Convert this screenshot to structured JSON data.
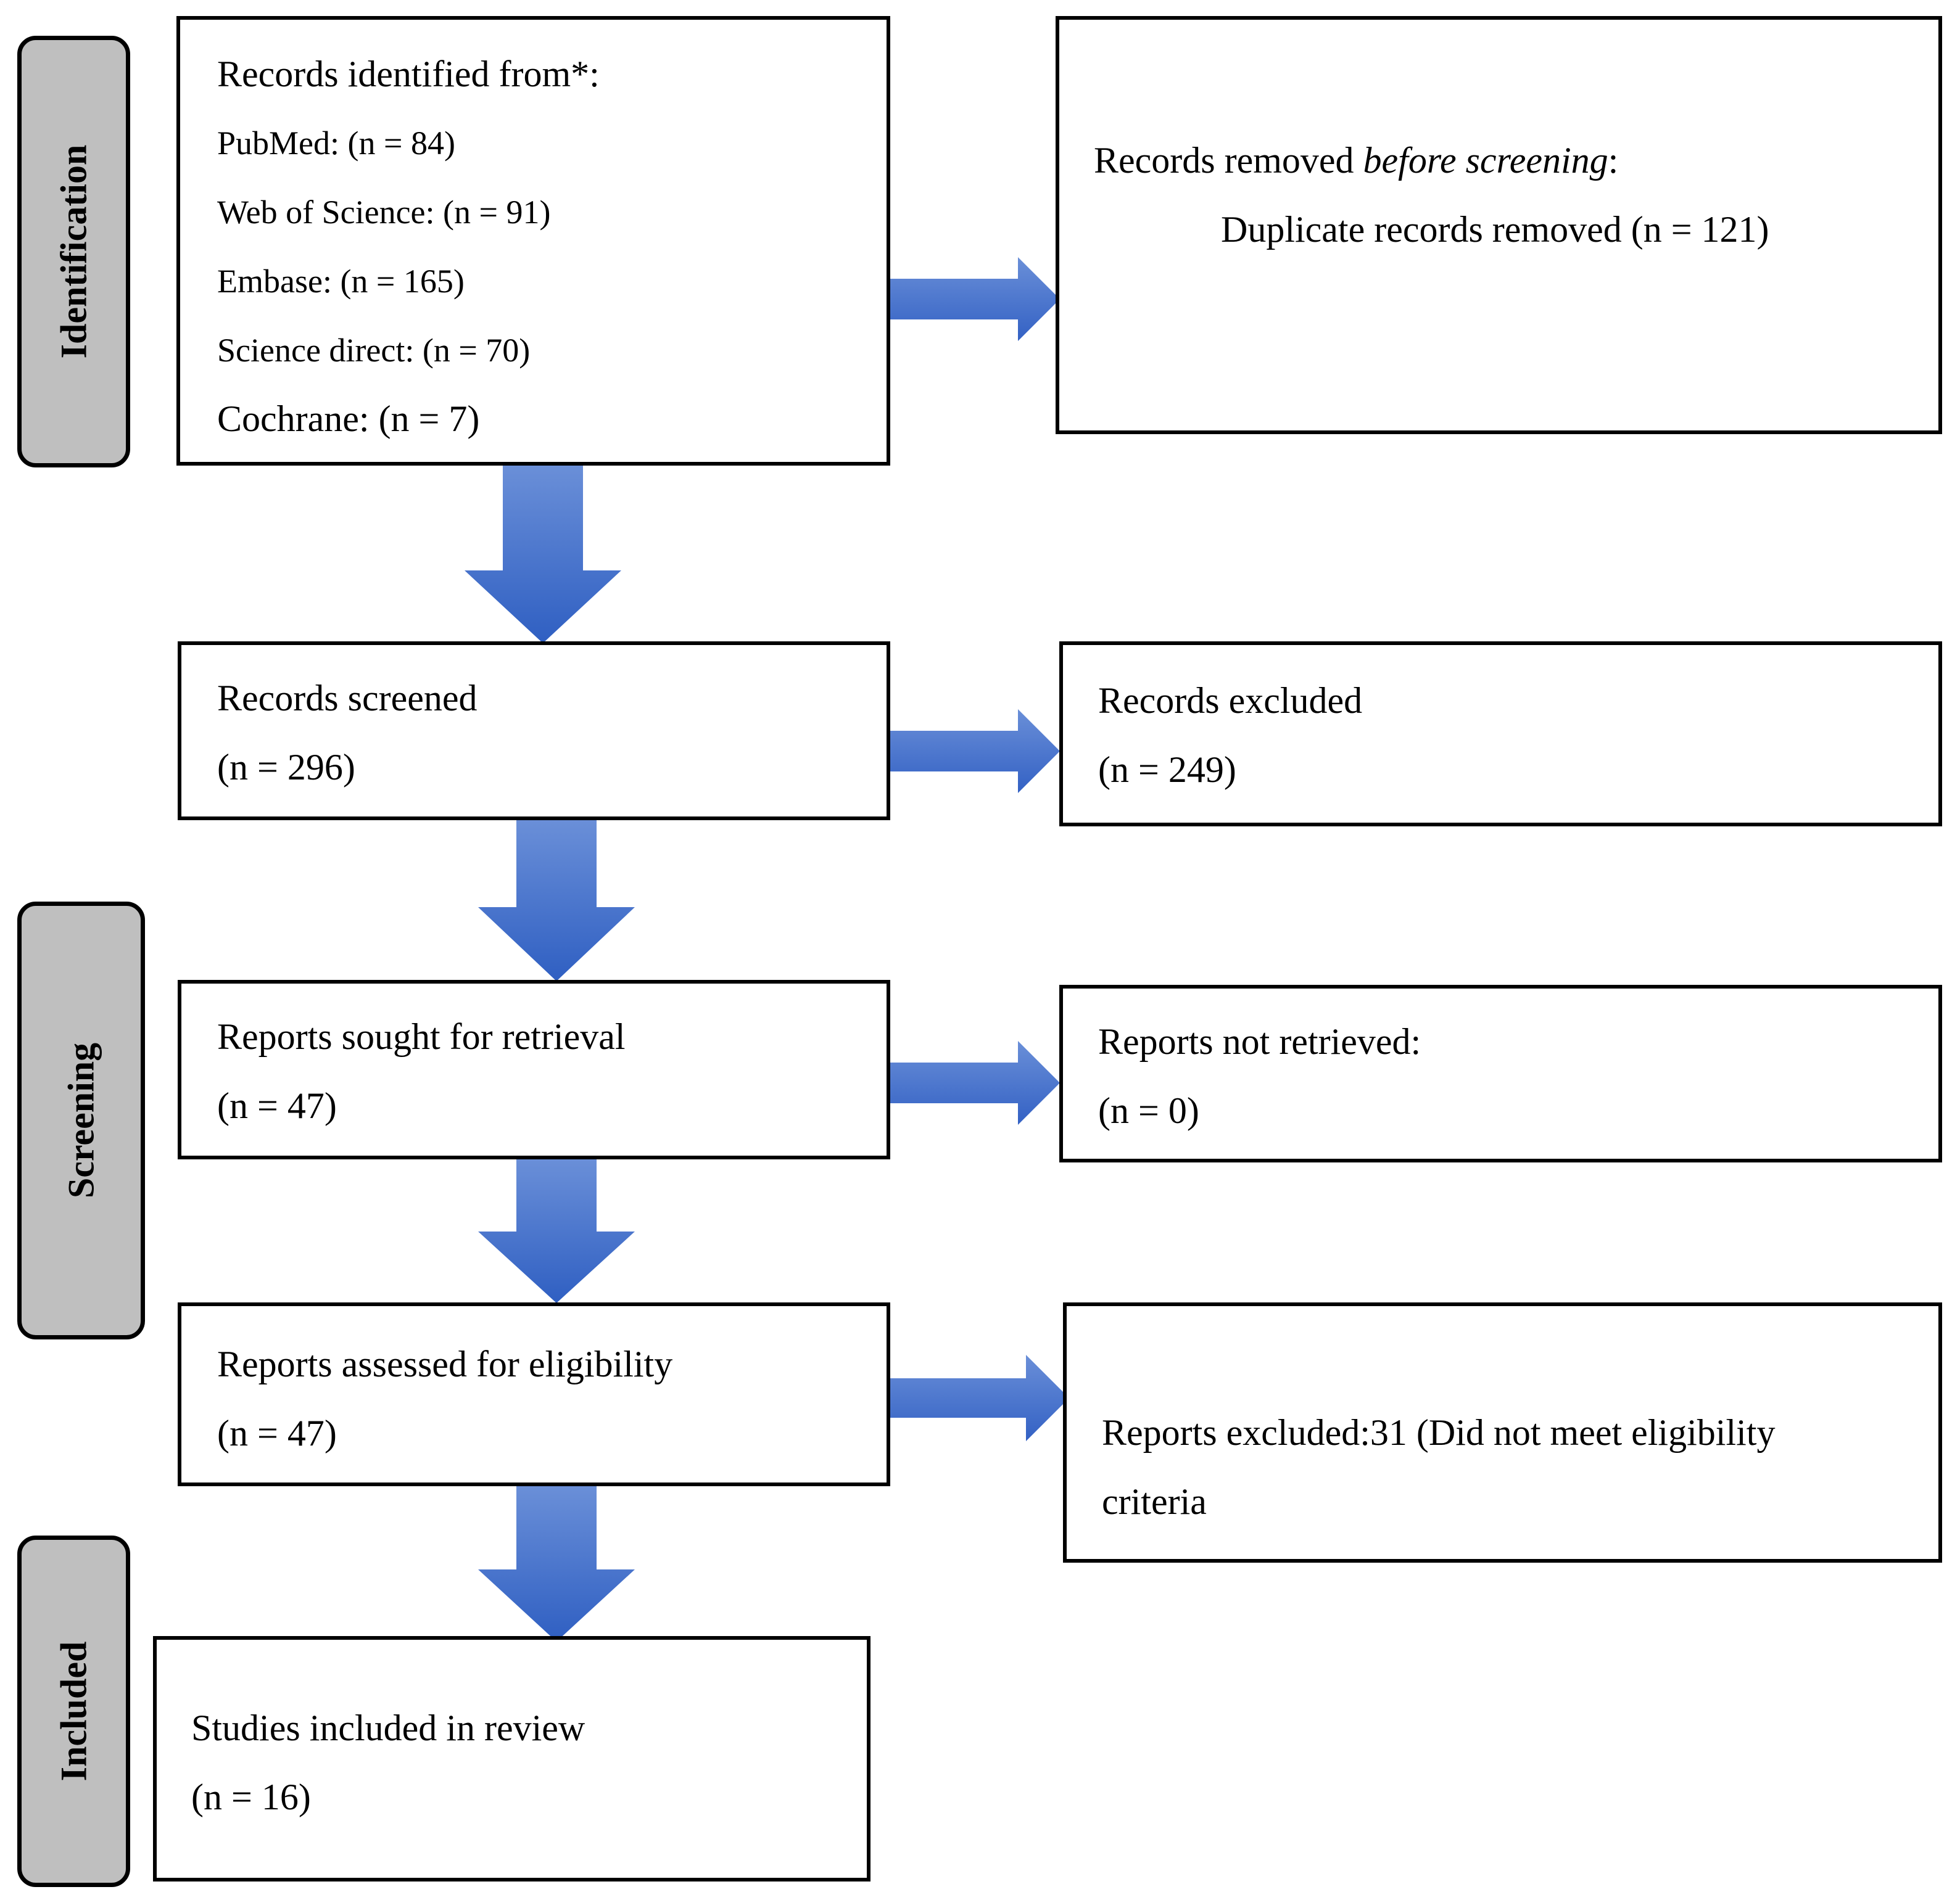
{
  "stages": {
    "identification": "Identification",
    "screening": "Screening",
    "included": "Included"
  },
  "identified": {
    "heading": "Records identified from*:",
    "sources": [
      "PubMed: (n = 84)",
      "Web of Science: (n = 91)",
      "Embase: (n = 165)",
      "Science direct: (n = 70)",
      "Cochrane: (n = 7)"
    ]
  },
  "removed": {
    "prefix": "Records removed ",
    "italic": "before screening",
    "suffix": ":",
    "detail": "Duplicate records removed (n = 121)"
  },
  "screened": {
    "label": "Records screened",
    "count": "(n = 296)"
  },
  "excluded": {
    "label": "Records excluded",
    "count": "(n = 249)"
  },
  "sought": {
    "label": "Reports sought for retrieval",
    "count": "(n = 47)"
  },
  "not_retrieved": {
    "label": "Reports not retrieved:",
    "count": "(n = 0)"
  },
  "assessed": {
    "label": "Reports assessed for eligibility",
    "count": "(n = 47)"
  },
  "reports_excluded": {
    "line1": "Reports excluded:31 (Did not meet eligibility",
    "line2": "criteria"
  },
  "included": {
    "label": "Studies included in review",
    "count": "(n = 16)"
  },
  "colors": {
    "arrow_top": "#6a8fd8",
    "arrow_bottom": "#2f5fc2",
    "stage_fill": "#bfbfbf"
  },
  "icons": {
    "arrow": "block-arrow"
  }
}
